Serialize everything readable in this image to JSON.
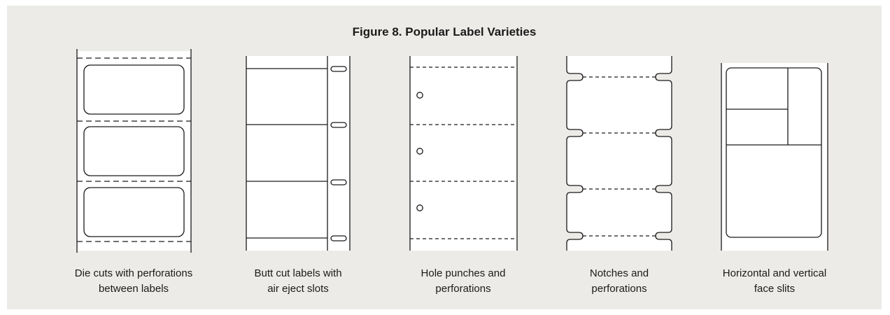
{
  "figure": {
    "title": "Figure 8. Popular Label Varieties"
  },
  "varieties": [
    {
      "line1": "Die cuts with perforations",
      "line2": "between labels"
    },
    {
      "line1": "Butt cut labels with",
      "line2": "air eject slots"
    },
    {
      "line1": "Hole punches and",
      "line2": "perforations"
    },
    {
      "line1": "Notches and",
      "line2": "perforations"
    },
    {
      "line1": "Horizontal and vertical",
      "line2": "face slits"
    }
  ],
  "colors": {
    "panel_background": "#ecebe8",
    "label_stock": "#ffffff",
    "line": "#1a1a1a"
  }
}
